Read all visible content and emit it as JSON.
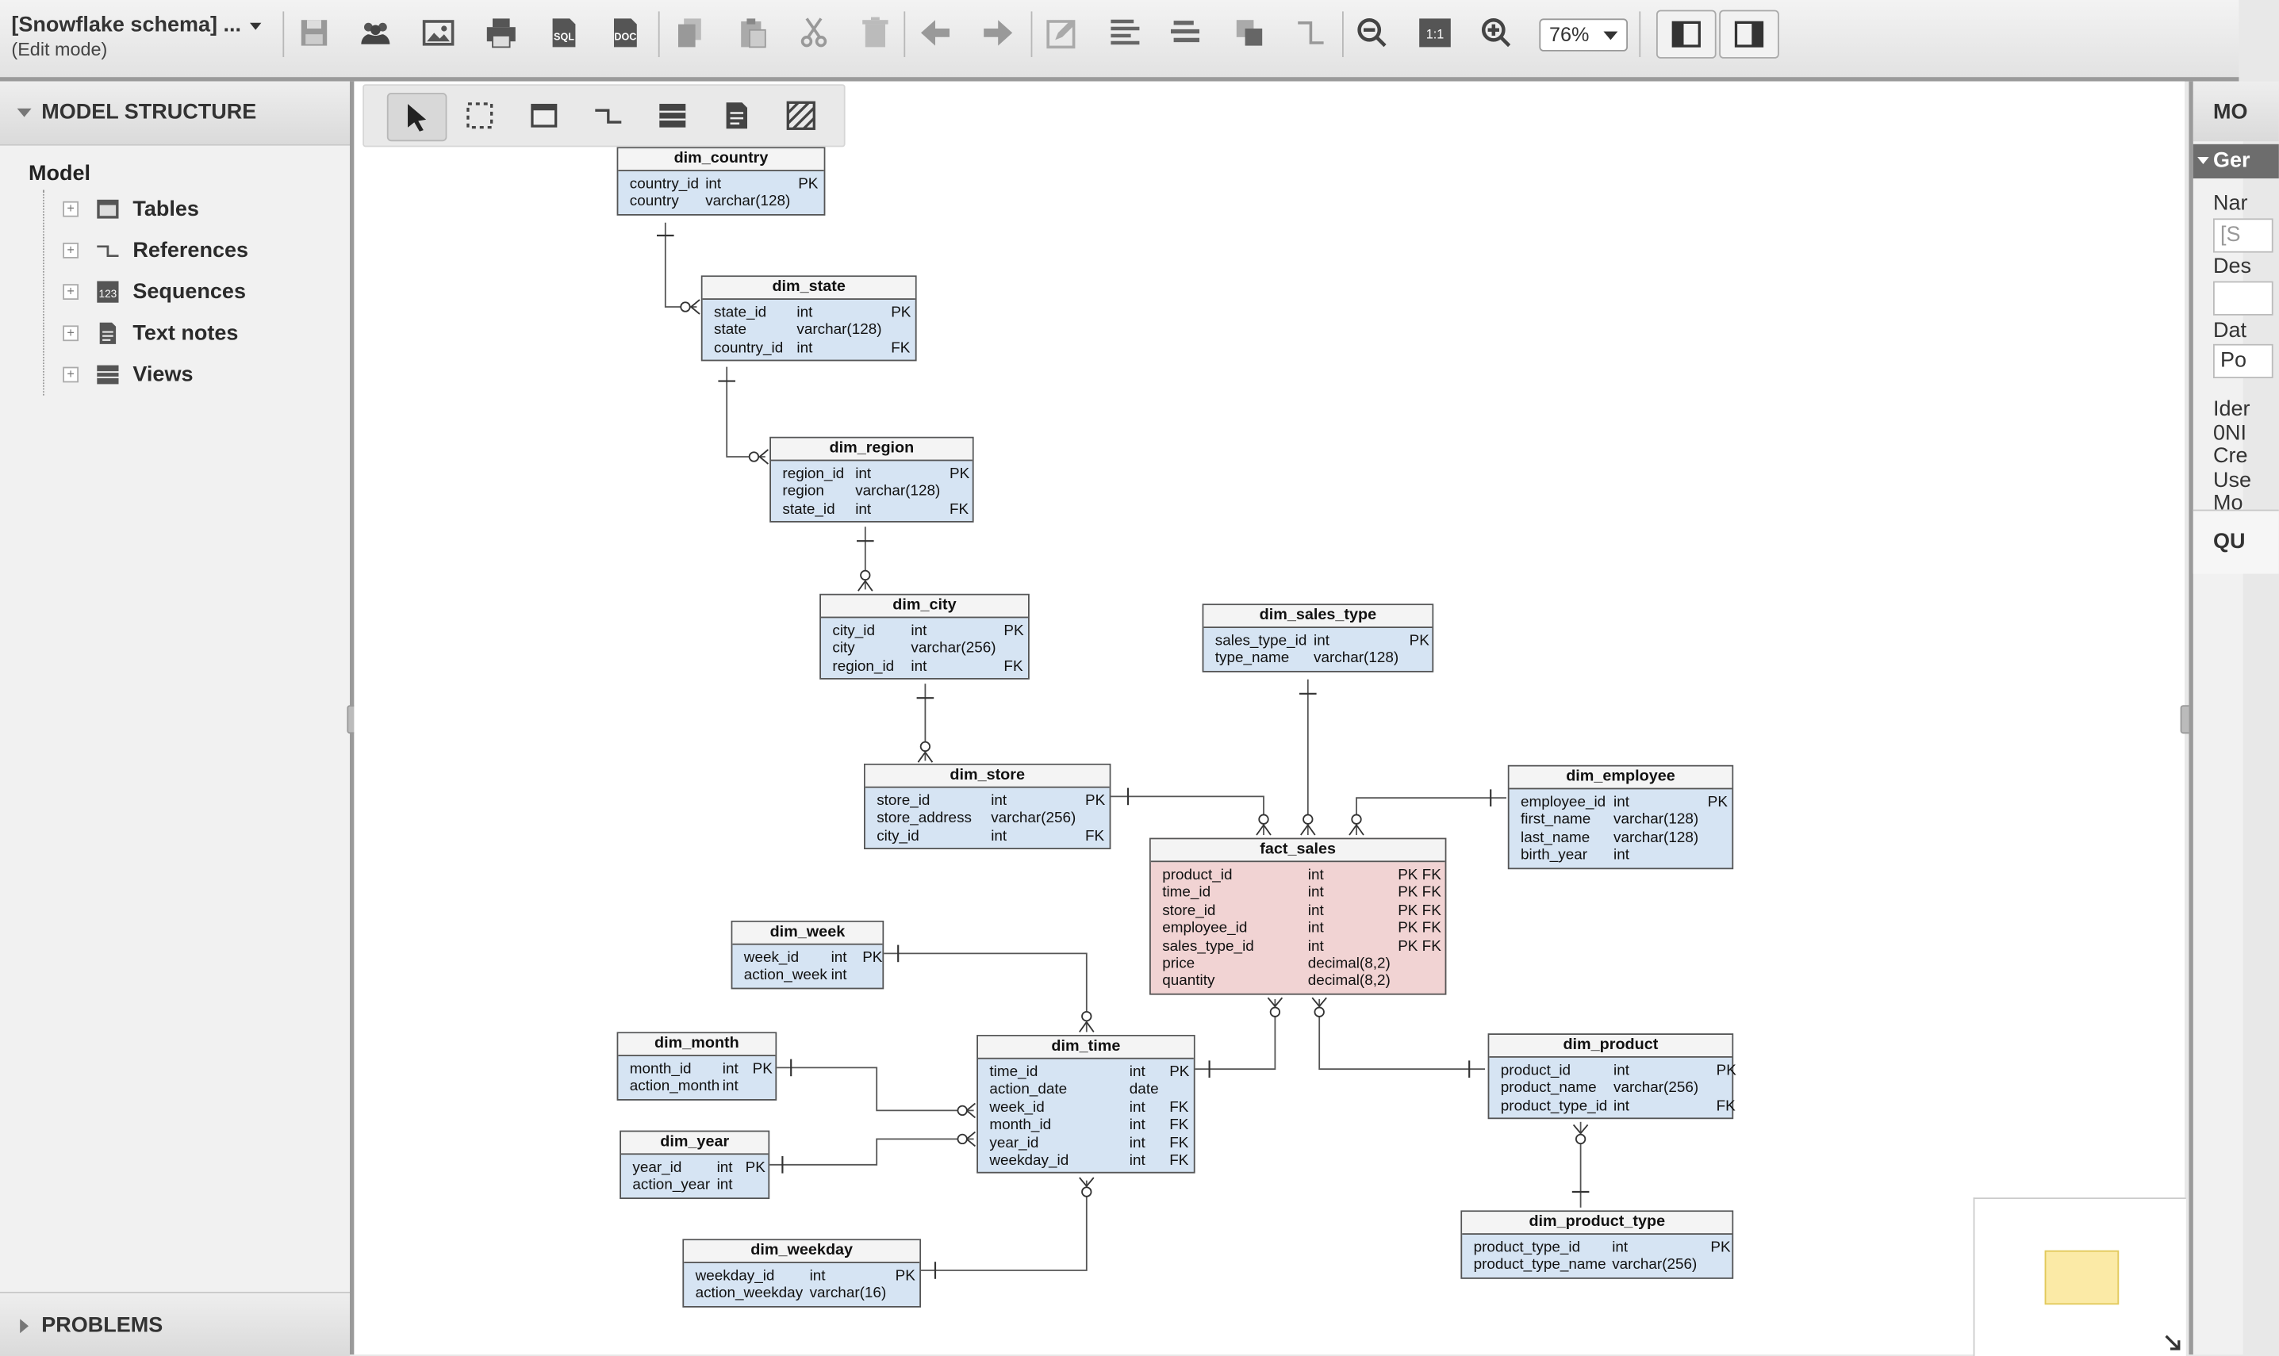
{
  "toolbar": {
    "title": "[Snowflake schema] ...",
    "mode": "(Edit mode)",
    "zoom": "76%"
  },
  "left_panel": {
    "header": "MODEL STRUCTURE",
    "root": "Model",
    "items": [
      {
        "label": "Tables",
        "icon": "table-icon"
      },
      {
        "label": "References",
        "icon": "reference-icon"
      },
      {
        "label": "Sequences",
        "icon": "sequence-icon"
      },
      {
        "label": "Text notes",
        "icon": "note-icon"
      },
      {
        "label": "Views",
        "icon": "view-icon"
      }
    ],
    "problems": "PROBLEMS"
  },
  "right_panel": {
    "header": "MO",
    "general": "Ger",
    "name_label": "Nar",
    "name_value": "[S",
    "desc_label": "Des",
    "db_label": "Dat",
    "db_value": "Po",
    "ident_label": "Ider",
    "ident_value": "0NI",
    "created_label": "Cre",
    "user_label": "Use",
    "modified_label": "Mo",
    "query_header": "QU"
  },
  "tables": [
    {
      "id": "dim_country",
      "name": "dim_country",
      "fact": false,
      "cols": [
        [
          "country_id",
          "int",
          "PK"
        ],
        [
          "country",
          "varchar(128)",
          ""
        ]
      ]
    },
    {
      "id": "dim_state",
      "name": "dim_state",
      "fact": false,
      "cols": [
        [
          "state_id",
          "int",
          "PK"
        ],
        [
          "state",
          "varchar(128)",
          ""
        ],
        [
          "country_id",
          "int",
          "FK"
        ]
      ]
    },
    {
      "id": "dim_region",
      "name": "dim_region",
      "fact": false,
      "cols": [
        [
          "region_id",
          "int",
          "PK"
        ],
        [
          "region",
          "varchar(128)",
          ""
        ],
        [
          "state_id",
          "int",
          "FK"
        ]
      ]
    },
    {
      "id": "dim_city",
      "name": "dim_city",
      "fact": false,
      "cols": [
        [
          "city_id",
          "int",
          "PK"
        ],
        [
          "city",
          "varchar(256)",
          ""
        ],
        [
          "region_id",
          "int",
          "FK"
        ]
      ]
    },
    {
      "id": "dim_sales_type",
      "name": "dim_sales_type",
      "fact": false,
      "cols": [
        [
          "sales_type_id",
          "int",
          "PK"
        ],
        [
          "type_name",
          "varchar(128)",
          ""
        ]
      ]
    },
    {
      "id": "dim_store",
      "name": "dim_store",
      "fact": false,
      "cols": [
        [
          "store_id",
          "int",
          "PK"
        ],
        [
          "store_address",
          "varchar(256)",
          ""
        ],
        [
          "city_id",
          "int",
          "FK"
        ]
      ]
    },
    {
      "id": "dim_employee",
      "name": "dim_employee",
      "fact": false,
      "cols": [
        [
          "employee_id",
          "int",
          "PK"
        ],
        [
          "first_name",
          "varchar(128)",
          ""
        ],
        [
          "last_name",
          "varchar(128)",
          ""
        ],
        [
          "birth_year",
          "int",
          ""
        ]
      ]
    },
    {
      "id": "fact_sales",
      "name": "fact_sales",
      "fact": true,
      "cols": [
        [
          "product_id",
          "int",
          "PK FK"
        ],
        [
          "time_id",
          "int",
          "PK FK"
        ],
        [
          "store_id",
          "int",
          "PK FK"
        ],
        [
          "employee_id",
          "int",
          "PK FK"
        ],
        [
          "sales_type_id",
          "int",
          "PK FK"
        ],
        [
          "price",
          "decimal(8,2)",
          ""
        ],
        [
          "quantity",
          "decimal(8,2)",
          ""
        ]
      ]
    },
    {
      "id": "dim_week",
      "name": "dim_week",
      "fact": false,
      "cols": [
        [
          "week_id",
          "int",
          "PK"
        ],
        [
          "action_week",
          "int",
          ""
        ]
      ]
    },
    {
      "id": "dim_month",
      "name": "dim_month",
      "fact": false,
      "cols": [
        [
          "month_id",
          "int",
          "PK"
        ],
        [
          "action_month",
          "int",
          ""
        ]
      ]
    },
    {
      "id": "dim_year",
      "name": "dim_year",
      "fact": false,
      "cols": [
        [
          "year_id",
          "int",
          "PK"
        ],
        [
          "action_year",
          "int",
          ""
        ]
      ]
    },
    {
      "id": "dim_time",
      "name": "dim_time",
      "fact": false,
      "cols": [
        [
          "time_id",
          "int",
          "PK"
        ],
        [
          "action_date",
          "date",
          ""
        ],
        [
          "week_id",
          "int",
          "FK"
        ],
        [
          "month_id",
          "int",
          "FK"
        ],
        [
          "year_id",
          "int",
          "FK"
        ],
        [
          "weekday_id",
          "int",
          "FK"
        ]
      ]
    },
    {
      "id": "dim_weekday",
      "name": "dim_weekday",
      "fact": false,
      "cols": [
        [
          "weekday_id",
          "int",
          "PK"
        ],
        [
          "action_weekday",
          "varchar(16)",
          ""
        ]
      ]
    },
    {
      "id": "dim_product",
      "name": "dim_product",
      "fact": false,
      "cols": [
        [
          "product_id",
          "int",
          "PK"
        ],
        [
          "product_name",
          "varchar(256)",
          ""
        ],
        [
          "product_type_id",
          "int",
          "FK"
        ]
      ]
    },
    {
      "id": "dim_product_type",
      "name": "dim_product_type",
      "fact": false,
      "cols": [
        [
          "product_type_id",
          "int",
          "PK"
        ],
        [
          "product_type_name",
          "varchar(256)",
          ""
        ]
      ]
    }
  ]
}
